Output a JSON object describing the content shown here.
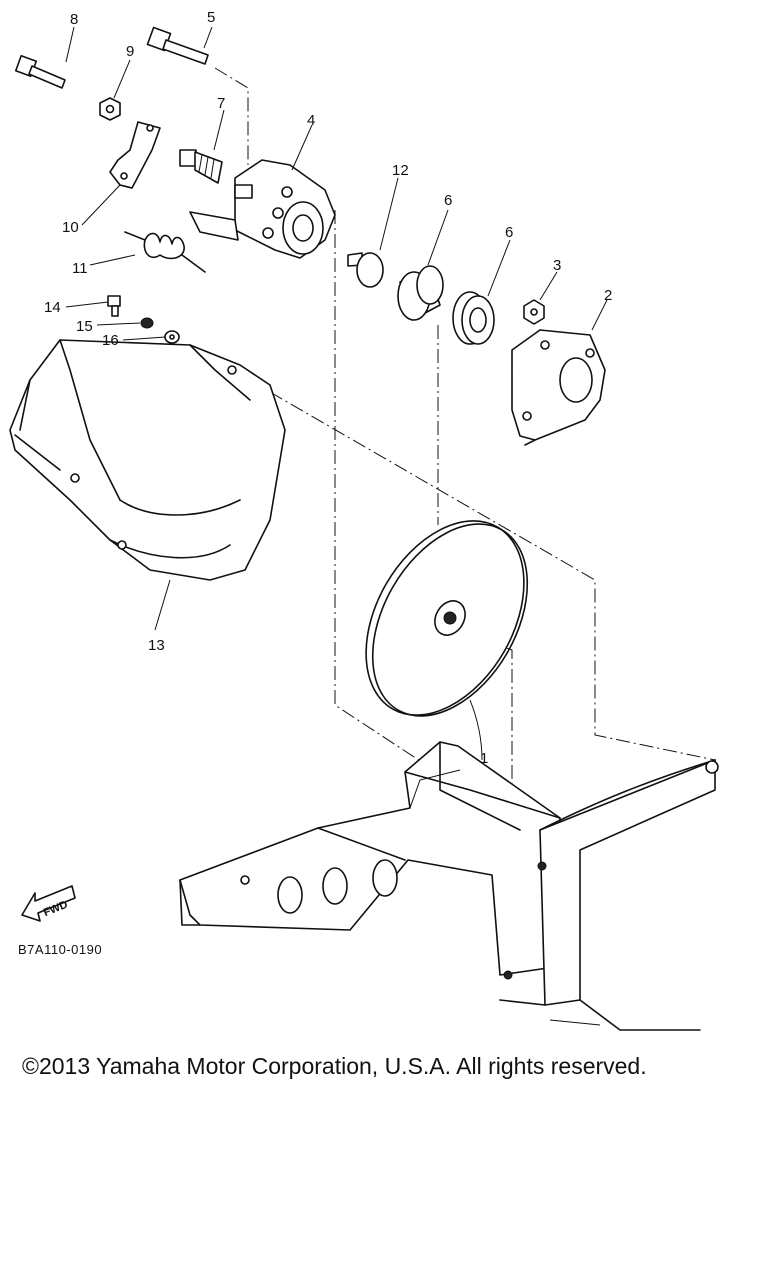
{
  "callouts": [
    "1",
    "2",
    "3",
    "4",
    "5",
    "6",
    "6",
    "7",
    "8",
    "9",
    "10",
    "11",
    "12",
    "13",
    "14",
    "15",
    "16"
  ],
  "diagram_code": "B7A110-0190",
  "fwd_label": "FWD",
  "copyright": "©2013 Yamaha Motor Corporation, U.S.A. All rights reserved."
}
